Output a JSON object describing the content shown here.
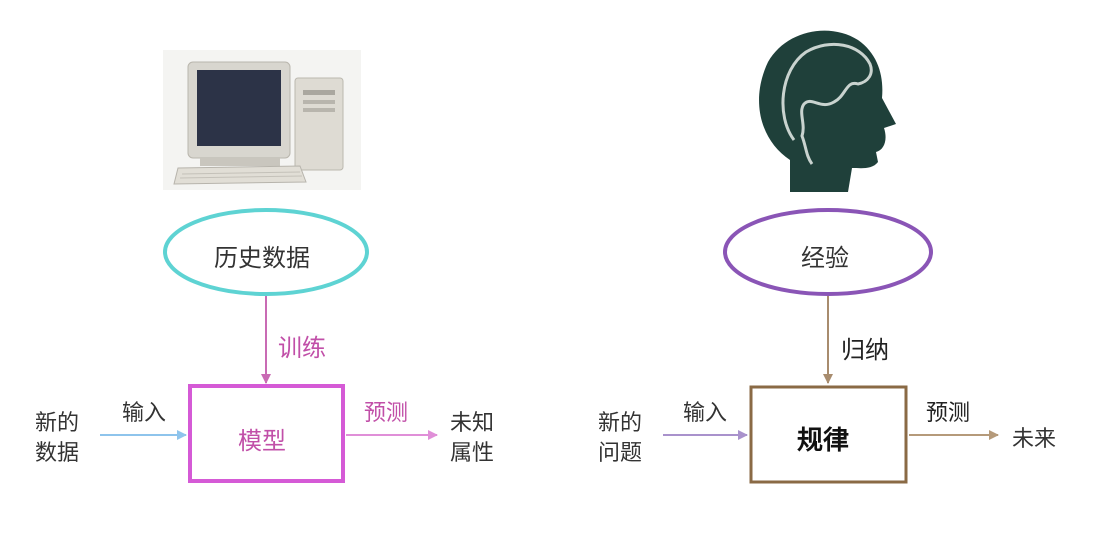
{
  "left": {
    "ellipse_label": "历史数据",
    "train_label": "训练",
    "input_label": "输入",
    "new_data_line1": "新的",
    "new_data_line2": "数据",
    "model_label": "模型",
    "predict_label": "预测",
    "unknown_line1": "未知",
    "unknown_line2": "属性",
    "colors": {
      "ellipse": "#5ed3d3",
      "train_arrow": "#c96bb4",
      "box": "#d55ad6",
      "input_arrow": "#8ec4ec",
      "predict_arrow": "#e08fd8",
      "text_accent": "#c14fa8"
    }
  },
  "right": {
    "ellipse_label": "经验",
    "induce_label": "归纳",
    "input_label": "输入",
    "new_problem_line1": "新的",
    "new_problem_line2": "问题",
    "rule_label": "规律",
    "predict_label": "预测",
    "future_label": "未来",
    "colors": {
      "ellipse": "#8a55b6",
      "induce_arrow": "#a88c6e",
      "box": "#8a6a45",
      "input_arrow": "#a992cc",
      "predict_arrow": "#b59a7a",
      "head": "#1f403a"
    }
  }
}
